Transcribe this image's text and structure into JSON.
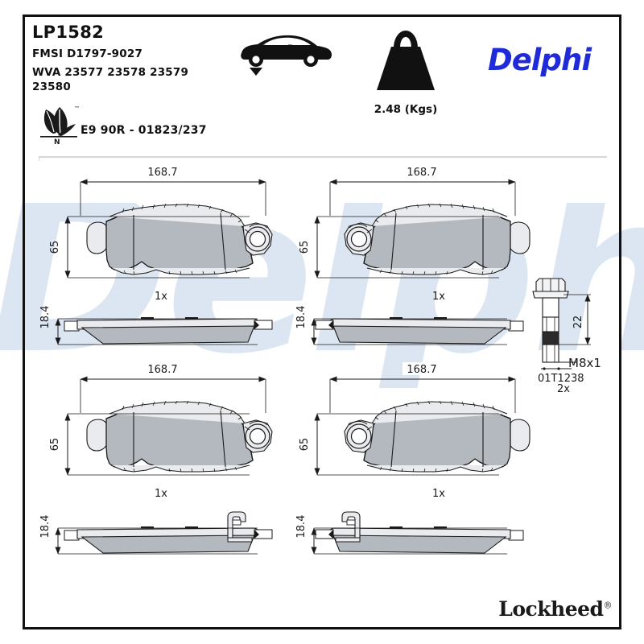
{
  "product": {
    "code": "LP1582",
    "fmsi": "FMSI D1797-9027",
    "wva": "WVA 23577 23578 23579 23580",
    "weight": "2.48 (Kgs)",
    "approval": "E9 90R - 01823/237",
    "brand": "Delphi",
    "footer_brand": "Lockheed",
    "footer_brand_mark": "®",
    "watermark": "Delphi"
  },
  "icons": {
    "axle": "front-axle-car-icon",
    "weight": "weight-kettlebell-icon",
    "eco": "eco-leaf-icon",
    "eco_mark": "N"
  },
  "dimensions": {
    "length": "168.7",
    "height": "65",
    "thickness": "18.4",
    "bolt_length": "22",
    "bolt_thread": "M8x1"
  },
  "accessory": {
    "part_number": "01T1238",
    "quantity": "2x"
  },
  "quantities": {
    "pad_qty": "1x"
  },
  "views": [
    {
      "name": "pad-top-left",
      "qty": "1x",
      "length": "168.7",
      "height": "65"
    },
    {
      "name": "pad-top-right",
      "qty": "1x",
      "length": "168.7",
      "height": "65"
    },
    {
      "name": "pad-bottom-left",
      "qty": "1x",
      "length": "168.7",
      "height": "65"
    },
    {
      "name": "pad-bottom-right",
      "qty": "1x",
      "length": "168.7",
      "height": "65"
    }
  ],
  "colors": {
    "brand_blue": "#1f2bd8",
    "watermark": "#dce6f2",
    "pad_fill": "#b4b9bf",
    "plate_fill": "#e9ebee",
    "line": "#1a1a1a"
  }
}
